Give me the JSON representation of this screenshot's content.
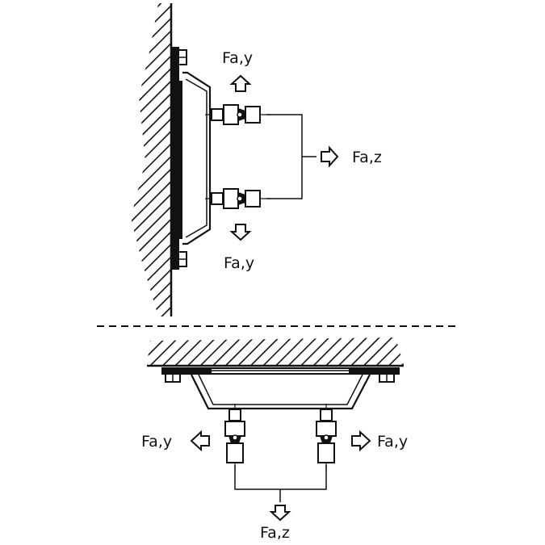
{
  "labels": {
    "top_fay_upper": "Fa,y",
    "top_faz": "Fa,z",
    "top_fay_lower": "Fa,y",
    "bottom_fay_left": "Fa,y",
    "bottom_fay_right": "Fa,y",
    "bottom_faz": "Fa,z"
  },
  "colors": {
    "ink": "#111111",
    "background": "#ffffff",
    "bolt_gray": "#bbbbbb"
  }
}
